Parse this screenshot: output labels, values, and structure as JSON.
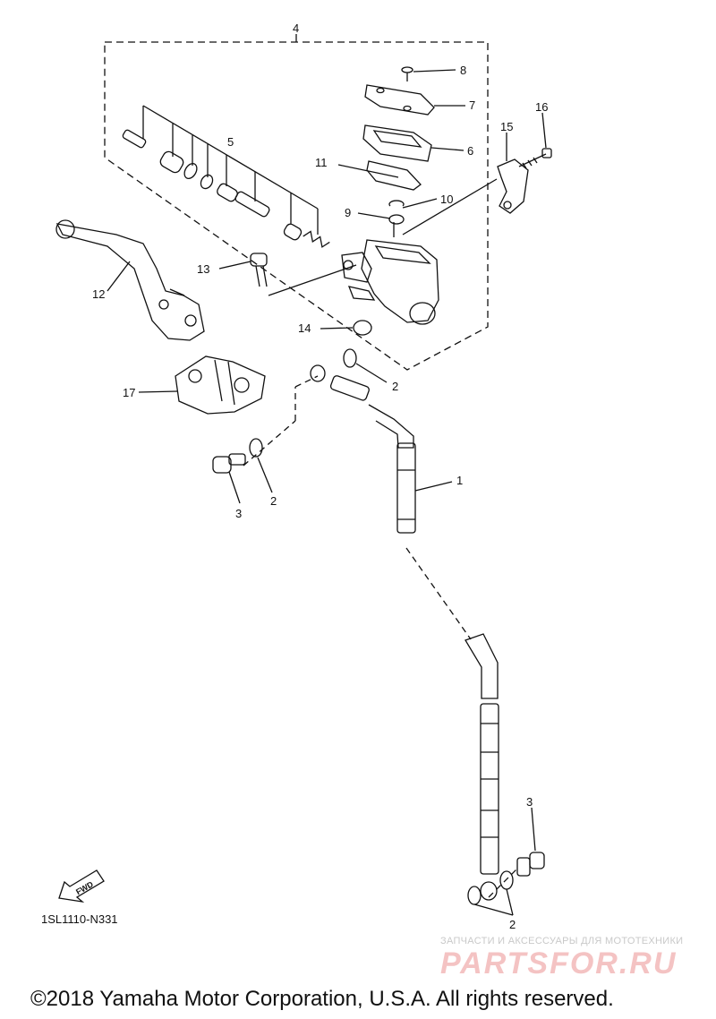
{
  "labels": {
    "l1": "1",
    "l2a": "2",
    "l2b": "2",
    "l2c": "2",
    "l3a": "3",
    "l3b": "3",
    "l4": "4",
    "l5": "5",
    "l6": "6",
    "l7": "7",
    "l8": "8",
    "l9": "9",
    "l10": "10",
    "l11": "11",
    "l12": "12",
    "l13": "13",
    "l14": "14",
    "l15": "15",
    "l16": "16",
    "l17": "17"
  },
  "fwd": "FWD",
  "diagram_code": "1SL1110-N331",
  "watermark": {
    "small": "ЗАПЧАСТИ И АКСЕССУАРЫ ДЛЯ МОТОТЕХНИКИ",
    "big": "PARTSFOR.RU"
  },
  "copyright": "©2018 Yamaha Motor Corporation, U.S.A. All rights reserved."
}
